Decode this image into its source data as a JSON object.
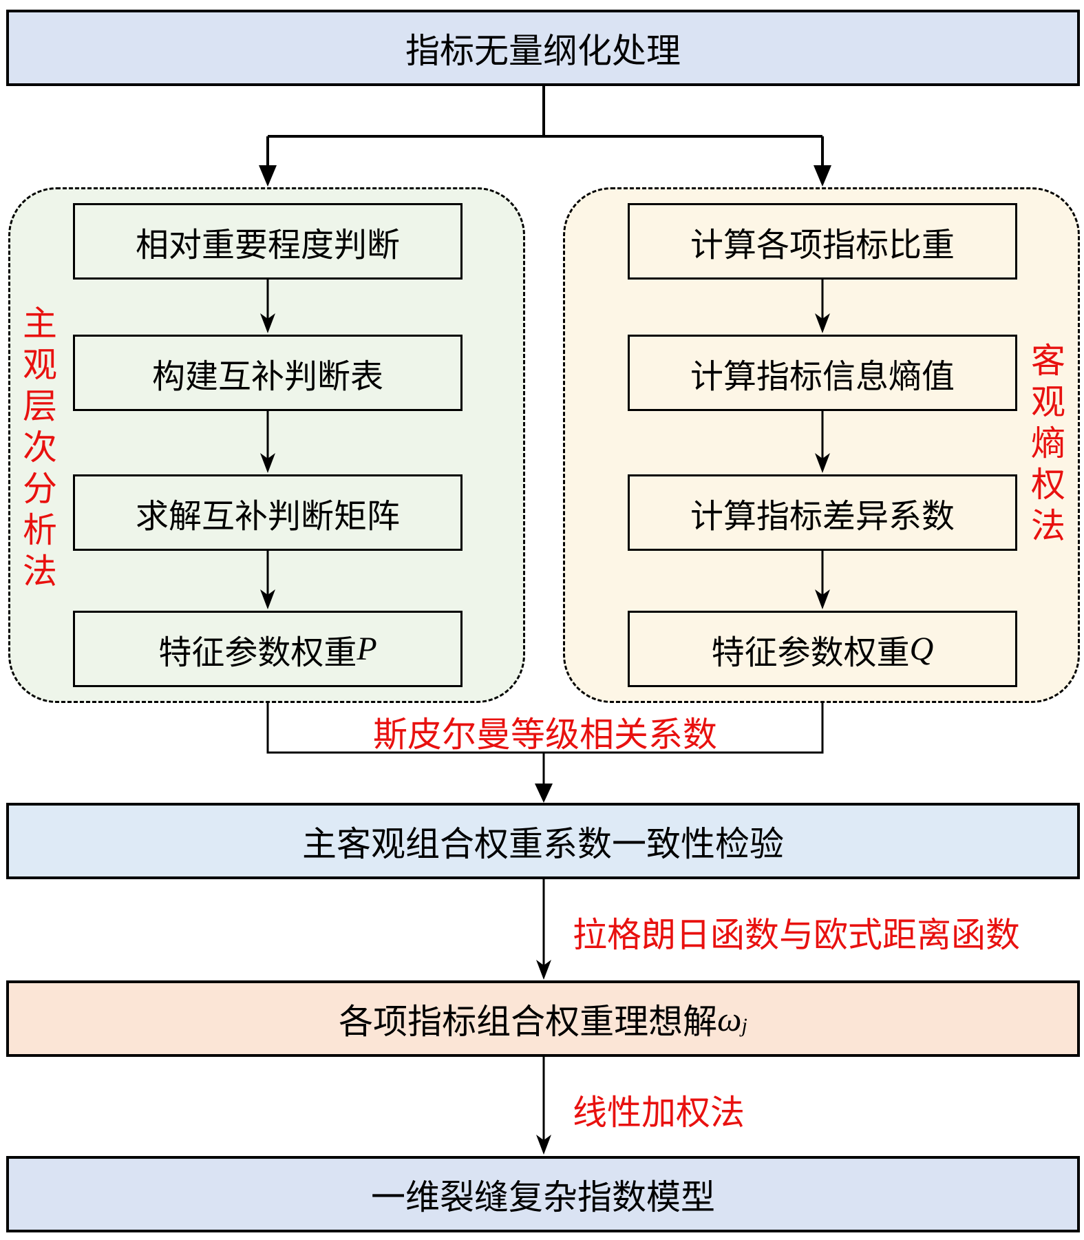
{
  "top": {
    "label": "指标无量纲化处理"
  },
  "left_panel": {
    "method_label": [
      "主",
      "观",
      "层",
      "次",
      "分",
      "析",
      "法"
    ],
    "steps": [
      {
        "label": "相对重要程度判断"
      },
      {
        "label": "构建互补判断表"
      },
      {
        "label": "求解互补判断矩阵"
      },
      {
        "label": "特征参数权重",
        "symbol": "P"
      }
    ]
  },
  "right_panel": {
    "method_label": [
      "客",
      "观",
      "熵",
      "权",
      "法"
    ],
    "steps": [
      {
        "label": "计算各项指标比重"
      },
      {
        "label": "计算指标信息熵值"
      },
      {
        "label": "计算指标差异系数"
      },
      {
        "label": "特征参数权重",
        "symbol": "Q"
      }
    ]
  },
  "merge": {
    "label": "斯皮尔曼等级相关系数"
  },
  "consistency": {
    "label": "主客观组合权重系数一致性检验"
  },
  "edge_lagrange": {
    "label": "拉格朗日函数与欧式距离函数"
  },
  "ideal": {
    "label": "各项指标组合权重理想解",
    "symbol": "ω",
    "subscript": "j"
  },
  "edge_linear": {
    "label": "线性加权法"
  },
  "final": {
    "label": "一维裂缝复杂指数模型"
  },
  "colors": {
    "annotation_red": "#E8110F",
    "top_fill": "#DAE3F3",
    "consistency_fill": "#DEEAF6",
    "ideal_fill": "#FBE5D6",
    "left_panel_fill": "#EEF5EA",
    "right_panel_fill": "#FDF6E6"
  }
}
